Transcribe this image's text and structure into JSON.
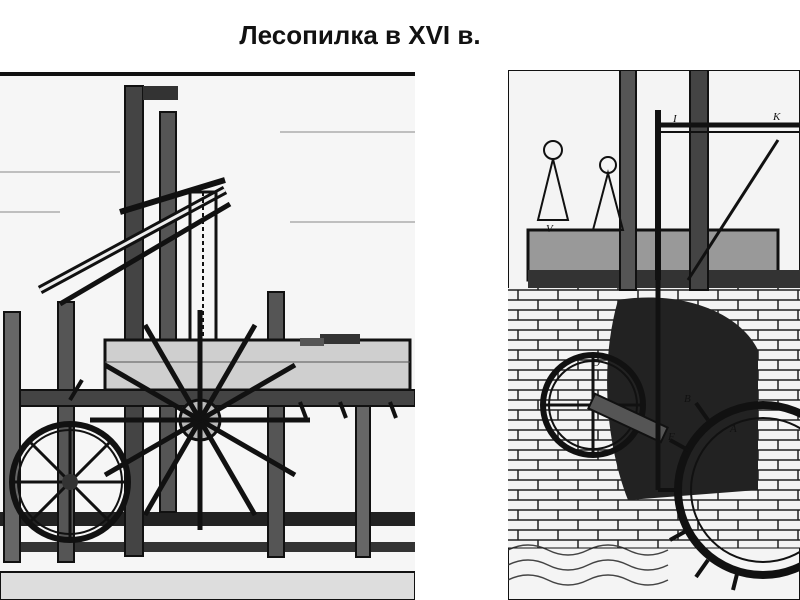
{
  "slide": {
    "title": "Лесопилка в  XVI в."
  },
  "illustrations": {
    "left": {
      "icon": "sawmill-frame-engraving-icon"
    },
    "right": {
      "icon": "water-wheel-sawmill-engraving-icon",
      "letter_labels": [
        "I",
        "K",
        "V",
        "D",
        "B",
        "F",
        "A"
      ]
    }
  },
  "colors": {
    "ink": "#111111",
    "paper": "#ffffff"
  }
}
